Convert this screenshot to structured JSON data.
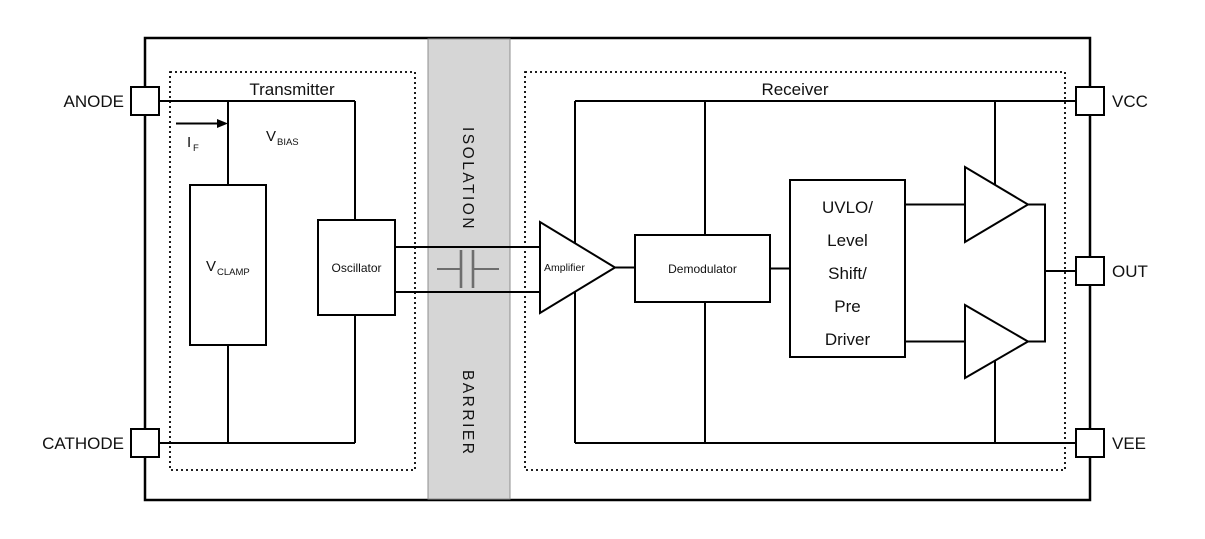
{
  "diagram": {
    "pins": {
      "anode": "ANODE",
      "cathode": "CATHODE",
      "vcc": "VCC",
      "out": "OUT",
      "vee": "VEE"
    },
    "sections": {
      "transmitter": "Transmitter",
      "receiver": "Receiver",
      "isolation_word_top": "ISOLATION",
      "isolation_word_bottom": "BARRIER"
    },
    "labels": {
      "v_bias": {
        "base": "V",
        "sub": "BIAS"
      },
      "v_clamp": {
        "base": "V",
        "sub": "CLAMP"
      },
      "i_f": {
        "base": "I",
        "sub": "F"
      }
    },
    "blocks": {
      "oscillator": "Oscillator",
      "amplifier": "Amplifier",
      "demodulator": "Demodulator",
      "uvlo_lines": [
        "UVLO/",
        "Level",
        "Shift/",
        "Pre",
        "Driver"
      ]
    },
    "colors": {
      "wire": "#000000",
      "barrier_fill": "#d6d6d6",
      "barrier_edge": "#8f8f8f",
      "capacitor": "#6e6e6e"
    }
  }
}
